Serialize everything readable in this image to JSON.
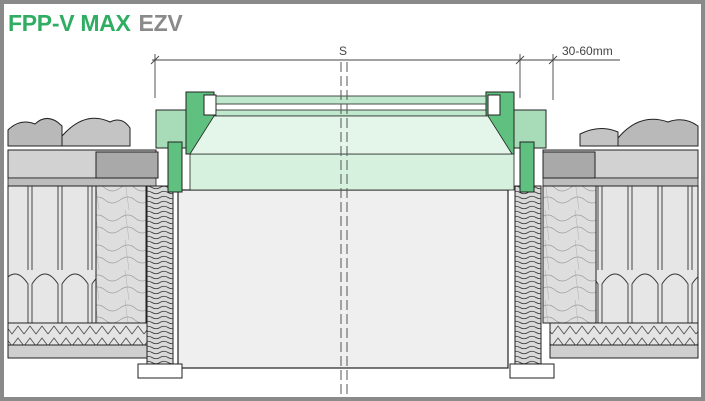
{
  "title": {
    "product": "FPP-V MAX",
    "variant": "EZV"
  },
  "dimensions": {
    "span_label": "S",
    "gap_label": "30-60mm"
  },
  "colors": {
    "brand_green": "#2fae63",
    "title_gray": "#8a8a8a",
    "glazing_green": "#bfe8cc",
    "frame_green": "#5fc07f",
    "insulation": "#e2e2e2",
    "roof_tile": "#b9b9b9",
    "timber": "#d6d6d6",
    "line": "#222222"
  }
}
